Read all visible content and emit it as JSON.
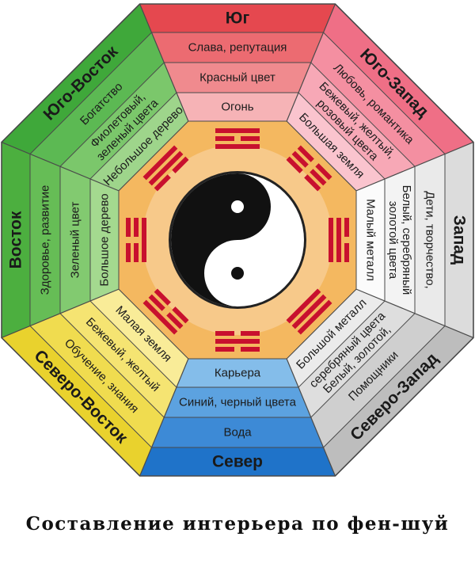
{
  "caption": "Составление интерьера по фен-шуй",
  "colors": {
    "outline": "#4a4a4a",
    "yang": "#ffffff",
    "yin": "#111111",
    "trigram": "#c8102e",
    "center_fill": "#f4b860"
  },
  "sectors": [
    {
      "id": "south",
      "direction": "Юг",
      "items": [
        "Слава, репутация",
        "Красный цвет",
        "Огонь"
      ],
      "fills": [
        "#e5484f",
        "#ec6b71",
        "#f08a8e",
        "#f6b3b6"
      ]
    },
    {
      "id": "southwest",
      "direction": "Юго-Запад",
      "items": [
        "Любовь, романтика",
        "Бежевый, желтый, розовый цвета",
        "Большая земля"
      ],
      "fills": [
        "#ef6f86",
        "#f48fa1",
        "#f7a8b6",
        "#fac4ce"
      ]
    },
    {
      "id": "west",
      "direction": "Запад",
      "items": [
        "Дети, творчество,",
        "Белый, серебряный золотой цвета",
        "Малый металл"
      ],
      "fills": [
        "#dcdcdc",
        "#eaeaea",
        "#f3f3f3",
        "#fbfbfb"
      ]
    },
    {
      "id": "northwest",
      "direction": "Северо-Запад",
      "items": [
        "Помощники",
        "Белый, золотой, серебряный цвета",
        "Большой металл"
      ],
      "fills": [
        "#bdbdbd",
        "#cfcfcf",
        "#dedede",
        "#ebebeb"
      ]
    },
    {
      "id": "north",
      "direction": "Север",
      "items": [
        "Вода",
        "Синий, черный цвета",
        "Карьера"
      ],
      "fills": [
        "#1f73c9",
        "#3d8ad6",
        "#5ca2e0",
        "#84bdea"
      ]
    },
    {
      "id": "northeast",
      "direction": "Северо-Восток",
      "items": [
        "Обучение, знания",
        "Бежевый, желтый",
        "Малая земля"
      ],
      "fills": [
        "#e9d22d",
        "#f0dc4f",
        "#f5e472",
        "#f9ec98"
      ]
    },
    {
      "id": "east",
      "direction": "Восток",
      "items": [
        "Здоровье, развитие",
        "Зеленый цвет",
        "Большое дерево"
      ],
      "fills": [
        "#4caf3f",
        "#66bd56",
        "#82ca70",
        "#a4d98f"
      ]
    },
    {
      "id": "southeast",
      "direction": "Юго-Восток",
      "items": [
        "Богатство",
        "Фиолетовый, зеленый цвета",
        "Небольшое дерево"
      ],
      "fills": [
        "#3fa83a",
        "#5cb953",
        "#7bc76b",
        "#9ed58b"
      ]
    }
  ],
  "trigrams": {
    "south": [
      1,
      0,
      1
    ],
    "southwest": [
      0,
      0,
      0
    ],
    "west": [
      0,
      1,
      1
    ],
    "northwest": [
      1,
      1,
      1
    ],
    "north": [
      0,
      1,
      0
    ],
    "northeast": [
      1,
      0,
      0
    ],
    "east": [
      0,
      0,
      1
    ],
    "southeast": [
      1,
      1,
      0
    ]
  }
}
